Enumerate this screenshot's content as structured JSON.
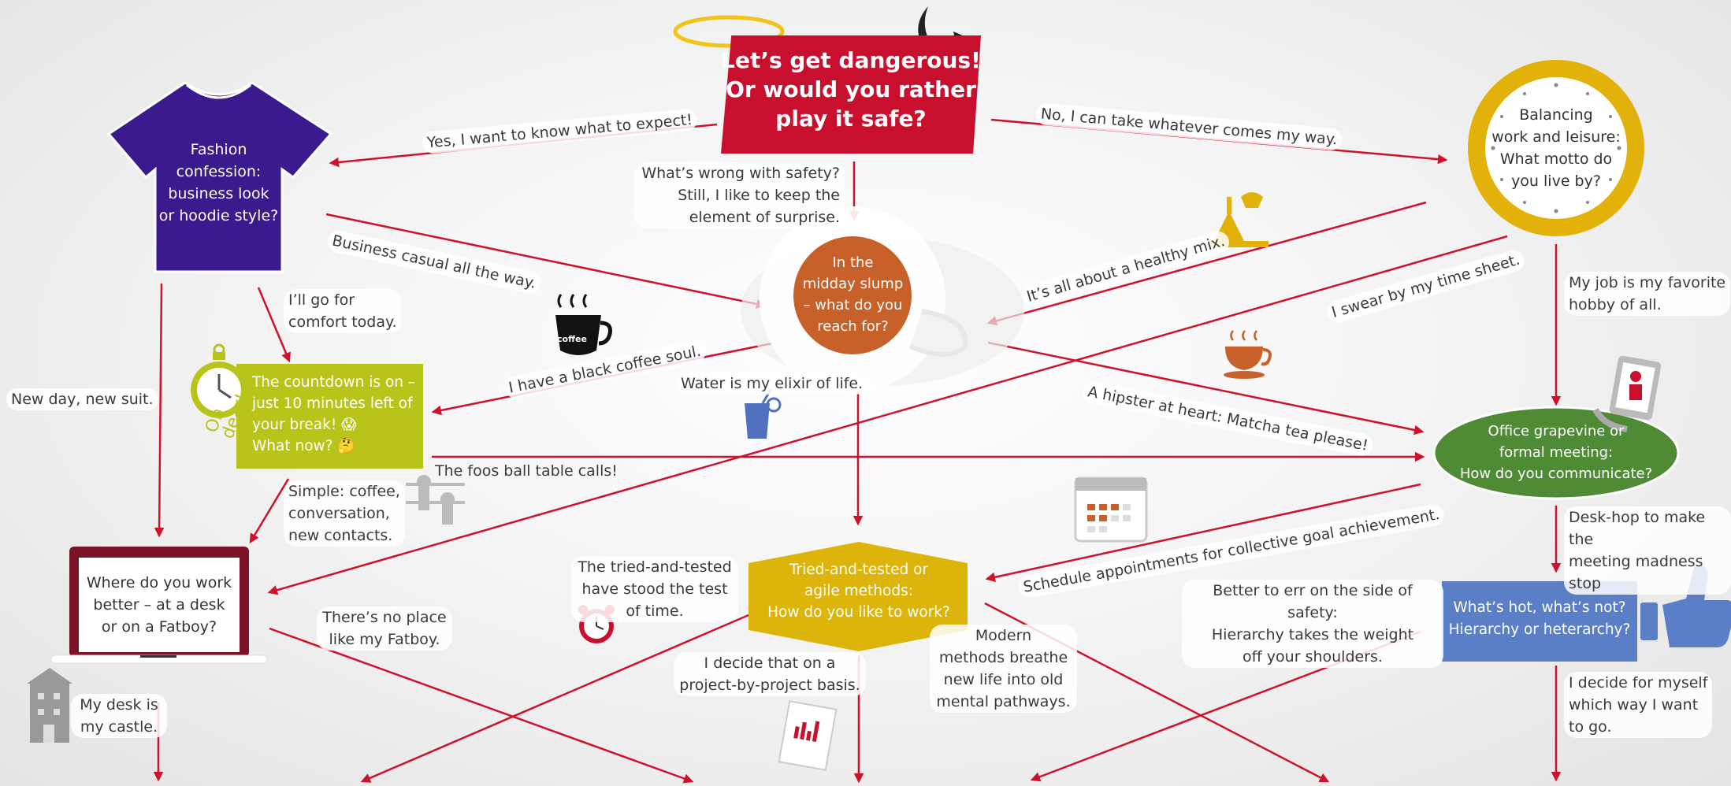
{
  "title": "Let’s get dangerous!\nOr would you rather\nplay it safe?",
  "nodes": {
    "fashion": "Fashion\nconfession:\nbusiness look\nor hoodie style?",
    "clock": "Balancing\nwork and leisure:\nWhat motto do\nyou live by?",
    "slump": "In the\nmidday slump\n– what do you\nreach for?",
    "countdown": "The countdown is on –\njust 10 minutes left of\nyour break! 😱\nWhat now? 🤔",
    "oh_dear": "Oh\ndear!",
    "grapevine": "Office grapevine or\nformal meeting:\nHow do you communicate?",
    "where": "Where do you work\nbetter – at a desk\nor on a Fatboy?",
    "methods": "Tried-and-tested or\nagile methods:\nHow do you like to work?",
    "hierarchy": "What’s hot, what’s not?\nHierarchy or heterarchy?"
  },
  "labels": {
    "yes_expect": "Yes, I want to know what to expect!",
    "no_whatever": "No, I can take whatever comes my way.",
    "safety": "What’s wrong with safety?\nStill, I like to keep the\nelement of surprise.",
    "business_casual": "Business casual all the way.",
    "comfort": "I’ll go for\ncomfort today.",
    "new_day": "New day, new suit.",
    "black_coffee": "I have a black coffee soul.",
    "water": "Water is my elixir of life.",
    "healthy_mix": "It’s all about a healthy mix.",
    "time_sheet": "I swear by my time sheet.",
    "favorite_hobby": "My job is my favorite\nhobby of all.",
    "matcha": "A hipster at heart: Matcha tea please!",
    "foosball": "The foos ball table calls!",
    "simple": "Simple: coffee,\nconversation,\nnew contacts.",
    "schedule": "Schedule appointments for collective goal achievement.",
    "desk_hop": "Desk-hop to make the\nmeeting madness stop",
    "err_safety": "Better to err on the side of safety:\nHierarchy takes the weight\noff your shoulders.",
    "tried_tested": "The tried-and-tested\nhave stood the test\nof time.",
    "project_basis": "I decide that on a\nproject-by-project basis.",
    "modern": "Modern\nmethods breathe\nnew life into old\nmental pathways.",
    "no_place": "There’s no place\nlike my Fatboy.",
    "desk_castle": "My desk is\nmy castle.",
    "decide_myself": "I decide  for myself\nwhich way  I want\nto go.",
    "coffee_cup": "coffee"
  },
  "colors": {
    "arrow": "#d0112b",
    "title": "#c8102e",
    "shirt": "#3a1a8c",
    "clock": "#e2b20a",
    "slump": "#c8602a",
    "countdown": "#b8c41a",
    "grapevine": "#4f8a34",
    "methods": "#dcb40a",
    "hierarchy": "#5b7fc6",
    "laptop": "#7a1228"
  },
  "icons": [
    "halo-icon",
    "devil-horns-icon",
    "t-shirt-icon",
    "wall-clock-icon",
    "coffee-cup-icon",
    "stopwatch-icon",
    "iced-drink-icon",
    "teacup-icon",
    "scale-icon",
    "tablet-person-icon",
    "calendar-icon",
    "foosball-icon",
    "laptop-icon",
    "alarm-clock-icon",
    "report-icon",
    "thumbs-up-icon",
    "castle-icon"
  ]
}
